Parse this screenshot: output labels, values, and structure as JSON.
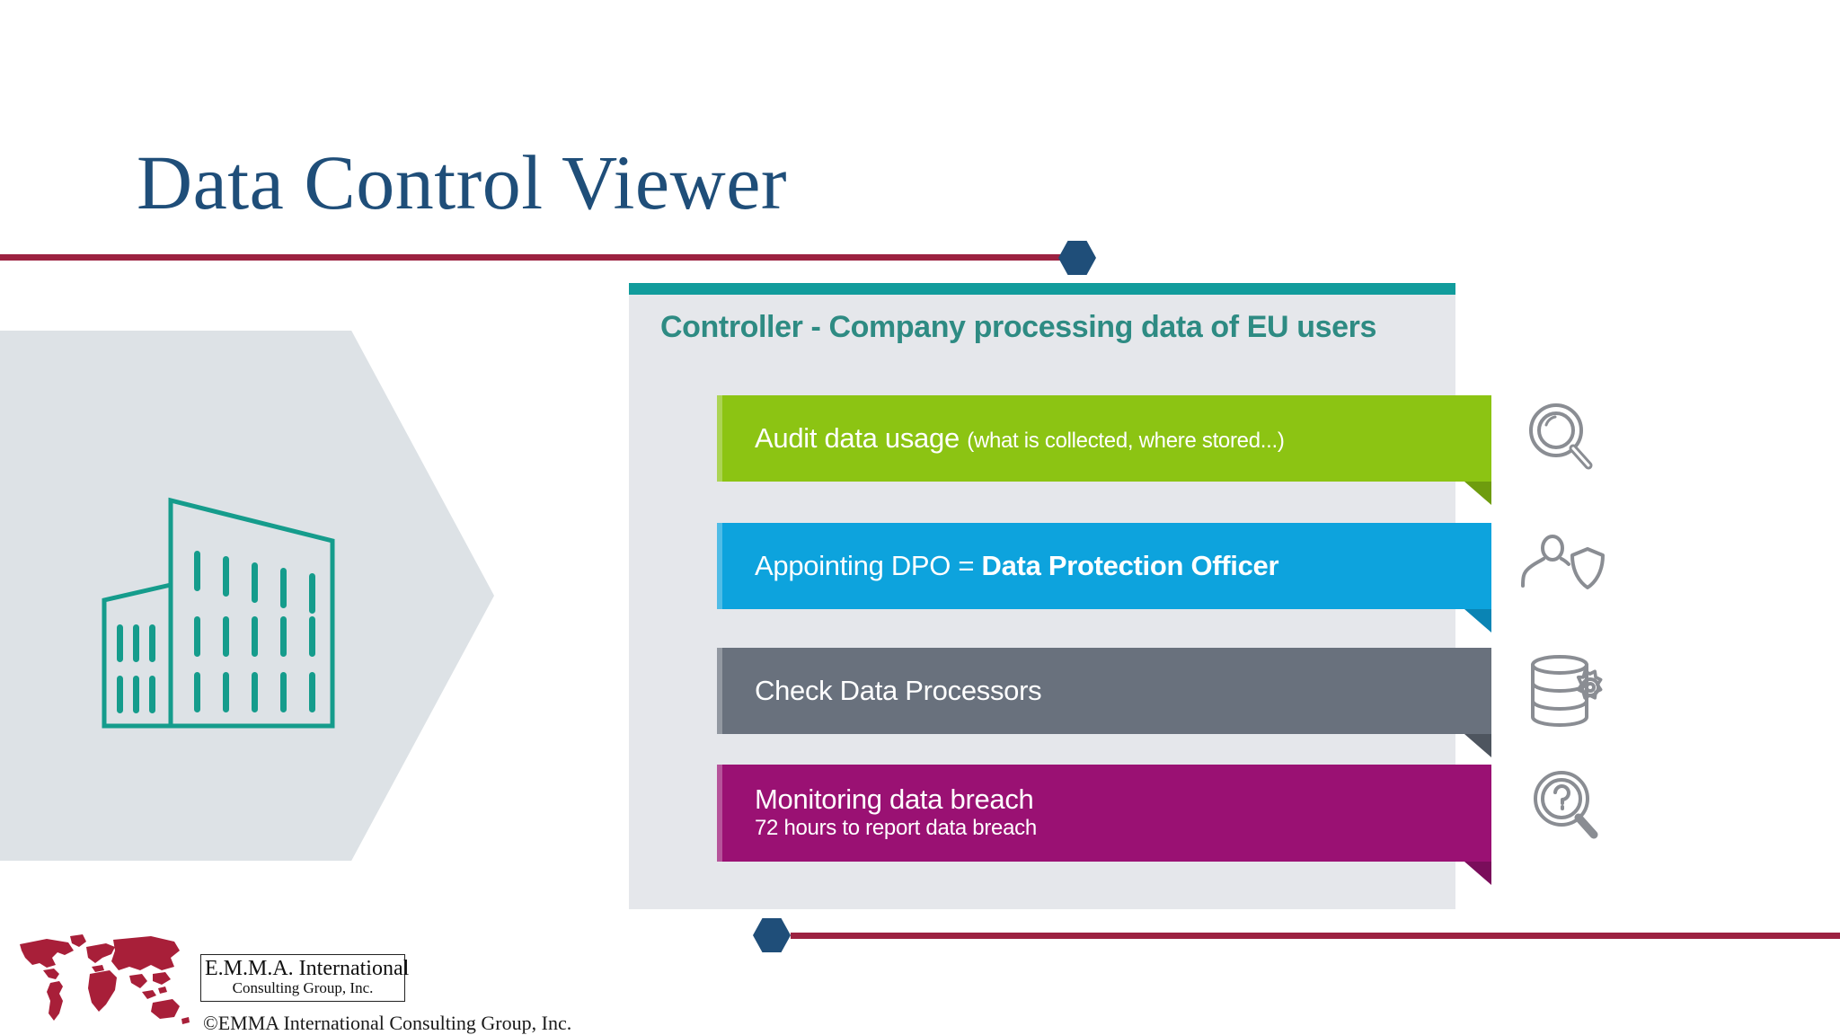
{
  "slide": {
    "title": "Data Control Viewer",
    "title_color": "#1F4E79",
    "accent_rule_color": "#9C2241",
    "background": "#FFFFFF"
  },
  "left_graphic": {
    "shape": "hexagon",
    "shape_color": "#DDE2E6",
    "icon": "office-building-icon",
    "icon_color": "#159C8C"
  },
  "panel": {
    "top_bar_color": "#119C9C",
    "background": "#E5E7EB",
    "heading": "Controller - Company processing data of EU users",
    "heading_color": "#2E8B83",
    "rows": [
      {
        "id": "audit",
        "label": "Audit data usage",
        "detail": "(what is collected, where stored...)",
        "color": "#8CC413",
        "shadow_color": "#6E9C0E",
        "icon": "magnifier-icon"
      },
      {
        "id": "dpo",
        "label": "Appointing DPO = ",
        "detail": "Data Protection Officer",
        "color": "#0DA3DD",
        "shadow_color": "#0A84B4",
        "icon": "person-shield-icon"
      },
      {
        "id": "processors",
        "label": "Check Data Processors",
        "detail": "",
        "color": "#69717D",
        "shadow_color": "#4E555F",
        "icon": "database-gear-icon"
      },
      {
        "id": "breach",
        "label": "Monitoring data breach",
        "detail": "72 hours to report data breach",
        "color": "#9A1173",
        "shadow_color": "#7A0D5B",
        "icon": "magnifier-question-icon"
      }
    ]
  },
  "footer": {
    "logo_name": "E.M.M.A. International",
    "logo_subtitle": "Consulting Group, Inc.",
    "copyright": "©EMMA International Consulting Group, Inc.",
    "map_color": "#A81F39"
  }
}
